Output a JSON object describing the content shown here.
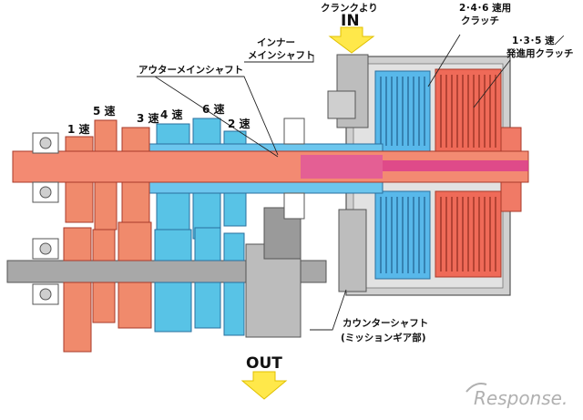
{
  "labels": {
    "crank_input": "クランクより",
    "in": "IN",
    "out": "OUT",
    "clutch_246_line1": "2･4･6 速用",
    "clutch_246_line2": "クラッチ",
    "clutch_135_line1": "1･3･5 速／",
    "clutch_135_line2": "発進用クラッチ",
    "inner_shaft_line1": "インナー",
    "inner_shaft_line2": "メインシャフト",
    "outer_shaft": "アウターメインシャフト",
    "counter_shaft_line1": "カウンターシャフト",
    "counter_shaft_line2": "(ミッションギア部)"
  },
  "gears": {
    "g1": "1 速",
    "g2": "2 速",
    "g3": "3 速",
    "g4": "4 速",
    "g5": "5 速",
    "g6": "6 速"
  },
  "watermark": "Response.",
  "colors": {
    "odd_gears": "#f08a6c",
    "even_gears": "#58c3e6",
    "inner_shaft": "#f07f68",
    "clutch_135": "#ef5a4a",
    "clutch_246": "#4a9ad6",
    "counter_shaft": "#a8a8a8",
    "arrow": "#ffe84a",
    "accent": "#d93a8e"
  }
}
